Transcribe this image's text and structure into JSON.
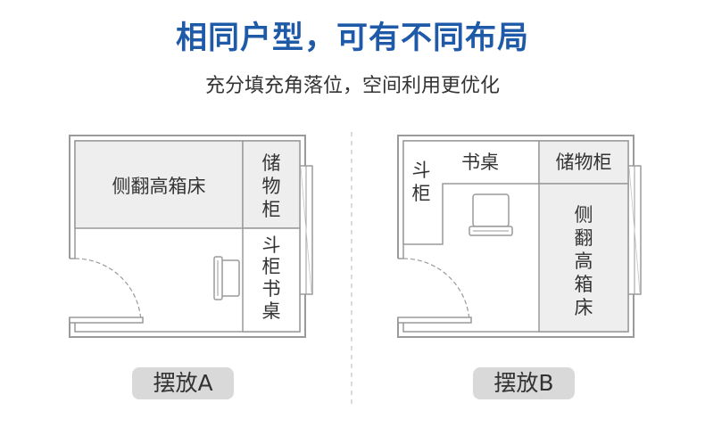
{
  "header": {
    "title": "相同户型，可有不同布局",
    "subtitle": "充分填充角落位，空间利用更优化"
  },
  "layouts": [
    {
      "caption": "摆放A",
      "labels": {
        "bed": "侧翻高箱床",
        "storage": [
          "储",
          "物",
          "柜"
        ],
        "cabinet_desk": [
          "斗",
          "柜",
          "书",
          "桌"
        ]
      }
    },
    {
      "caption": "摆放B",
      "labels": {
        "desk": "书桌",
        "storage": "储物柜",
        "cabinet": [
          "斗",
          "柜"
        ],
        "bed": [
          "侧",
          "翻",
          "高",
          "箱",
          "床"
        ]
      }
    }
  ],
  "colors": {
    "title": "#1f5aa8",
    "furniture_fill": "#eeeeee",
    "wall": "#9a9a9a",
    "badge": "#d9d9d9"
  }
}
